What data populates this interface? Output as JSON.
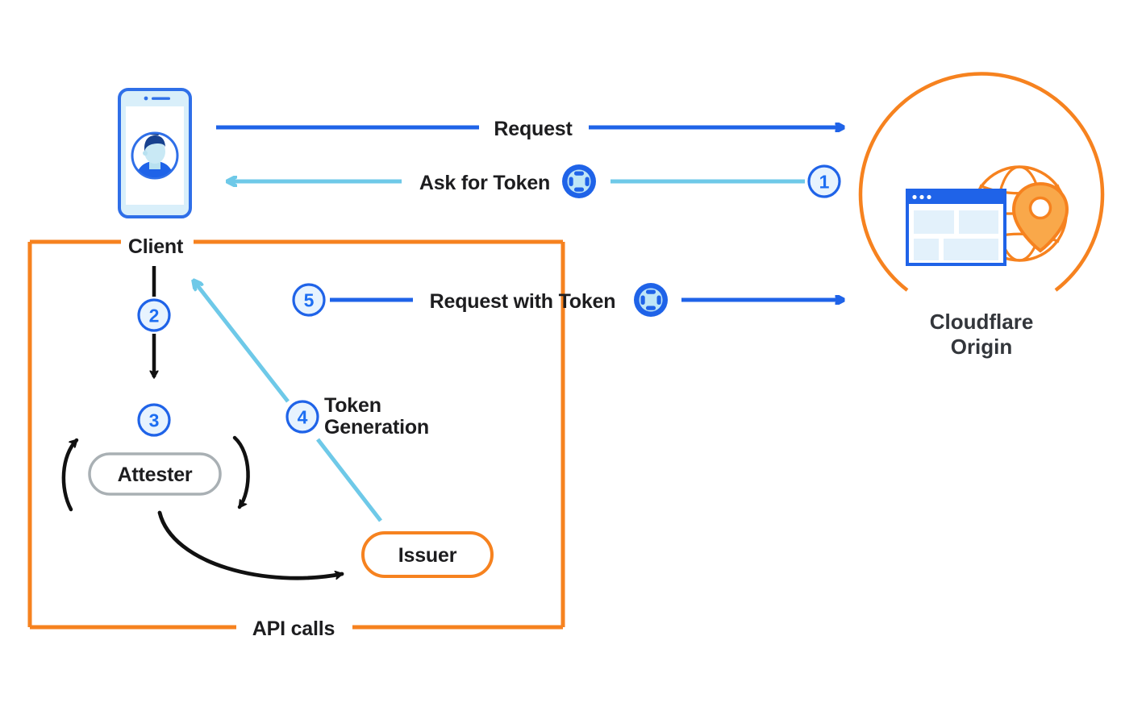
{
  "diagram": {
    "title": "Privacy Pass token issuance and redemption flow",
    "colors": {
      "blue_dark": "#1f63e8",
      "blue_light": "#6ec9e8",
      "orange": "#f6821f",
      "black": "#1d1d1f",
      "gray": "#a9b0b4",
      "token_fill": "#bfe6f7",
      "num_fill": "#e7f3fe"
    },
    "nodes": {
      "client": {
        "label": "Client",
        "icon": "mobile-phone-avatar-icon"
      },
      "attester": {
        "label": "Attester"
      },
      "issuer": {
        "label": "Issuer"
      },
      "origin": {
        "label": "Cloudflare\nOrigin",
        "icon": "globe-browser-pin-icon"
      },
      "boundary_bottom": {
        "label": "API calls"
      }
    },
    "flows": [
      {
        "id": "request",
        "label": "Request",
        "number": "",
        "direction": "client-to-origin",
        "color": "blue_dark",
        "token_icon": false
      },
      {
        "id": "ask-for-token",
        "label": "Ask for Token",
        "number": "1",
        "direction": "origin-to-client",
        "color": "blue_light",
        "token_icon": true
      },
      {
        "id": "client-to-attester",
        "label": "",
        "number": "2",
        "direction": "client-to-attester",
        "color": "black",
        "token_icon": false
      },
      {
        "id": "attestation",
        "label": "",
        "number": "3",
        "direction": "attester-loop",
        "color": "black",
        "token_icon": false
      },
      {
        "id": "token-generation",
        "label": "Token\nGeneration",
        "number": "4",
        "direction": "issuer-to-client",
        "color": "blue_light",
        "token_icon": false
      },
      {
        "id": "request-with-token",
        "label": "Request with Token",
        "number": "5",
        "direction": "client-to-origin",
        "color": "blue_dark",
        "token_icon": true
      }
    ],
    "numbers": {
      "one": "1",
      "two": "2",
      "three": "3",
      "four": "4",
      "five": "5"
    },
    "labels": {
      "request": "Request",
      "ask_for_token": "Ask for Token",
      "request_with_token": "Request with Token",
      "token_generation_line1": "Token",
      "token_generation_line2": "Generation",
      "client": "Client",
      "api_calls": "API calls",
      "attester": "Attester",
      "issuer": "Issuer",
      "origin_line1": "Cloudflare",
      "origin_line2": "Origin"
    }
  }
}
